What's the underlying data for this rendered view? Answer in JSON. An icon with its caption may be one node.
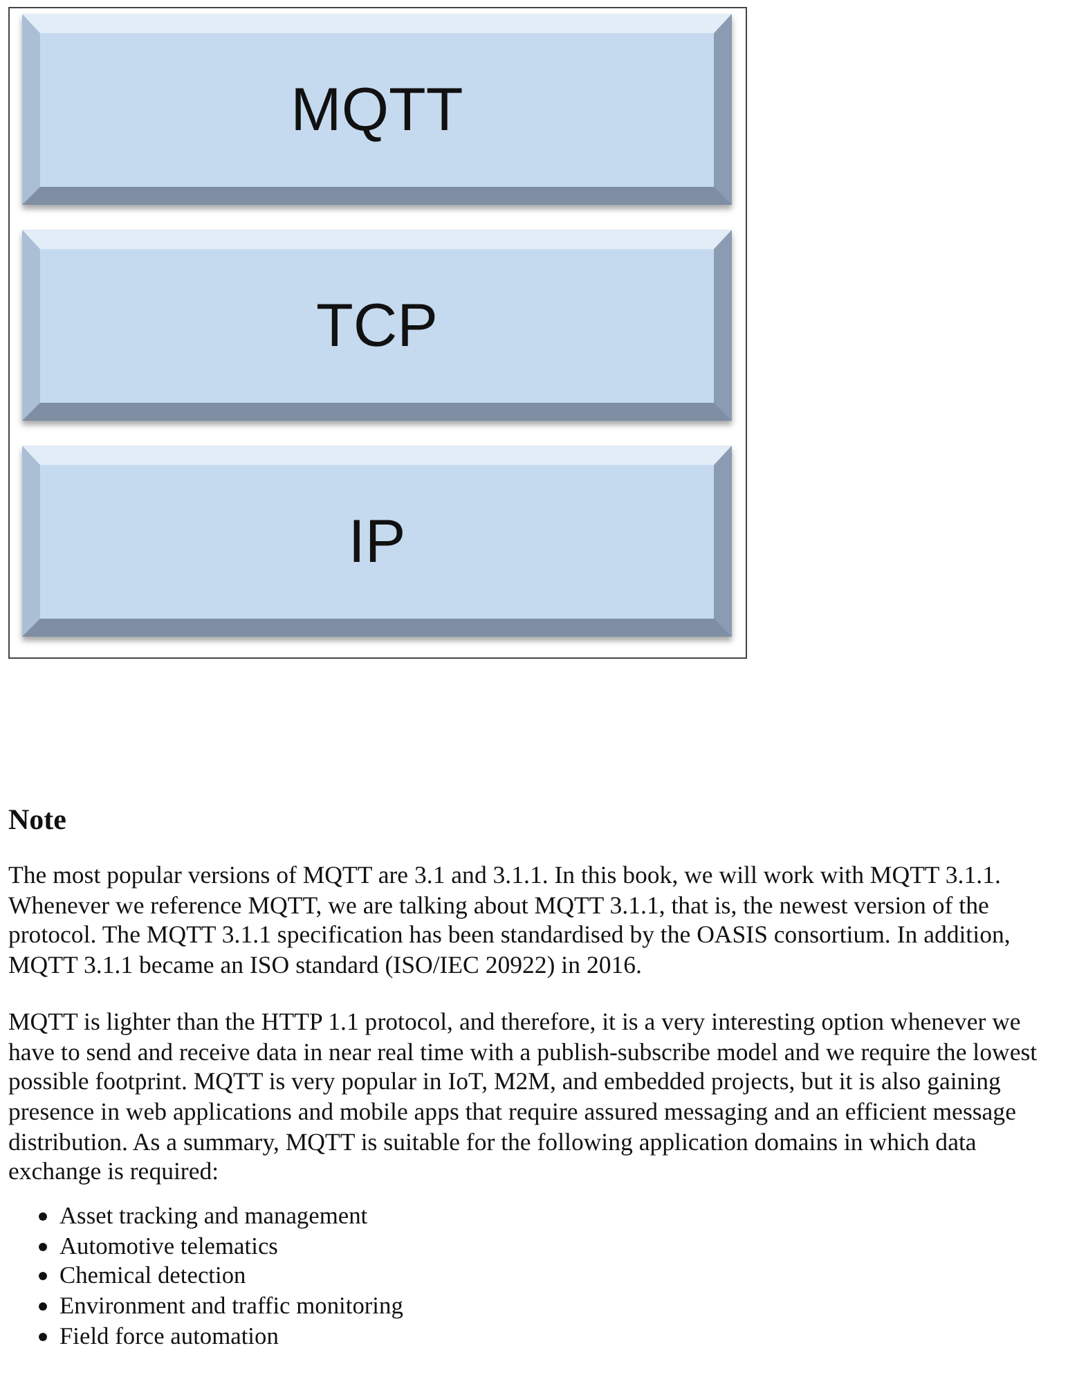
{
  "diagram": {
    "nodes": [
      {
        "text": [
          "MQTT"
        ]
      },
      {
        "text": [
          "TCP"
        ]
      },
      {
        "text": [
          "IP"
        ]
      }
    ],
    "labels": [
      "Note",
      "The most popular versions of MQTT are 3.1 and 3.1.1. In this book, we will work with MQTT 3.1.1. Whenever we reference MQTT, we are talking about MQTT 3.1.1, that is, the newest version of the protocol. The MQTT 3.1.1 specification has been standardised by the OASIS consortium. In addition, MQTT 3.1.1 became an ISO standard (ISO/IEC 20922) in 2016.",
      "MQTT is lighter than the HTTP 1.1 protocol, and therefore, it is a very interesting option whenever we have to send and receive data in near real time with a publish-subscribe model and we require the lowest possible footprint. MQTT is very popular in IoT, M2M, and embedded projects, but it is also gaining presence in web applications and mobile apps that require assured messaging and an efficient message distribution. As a summary, MQTT is suitable for the following application domains in which data exchange is required:",
      "Asset tracking and management",
      "Automotive telematics",
      "Chemical detection",
      "Environment and traffic monitoring",
      "Field force automation"
    ]
  }
}
